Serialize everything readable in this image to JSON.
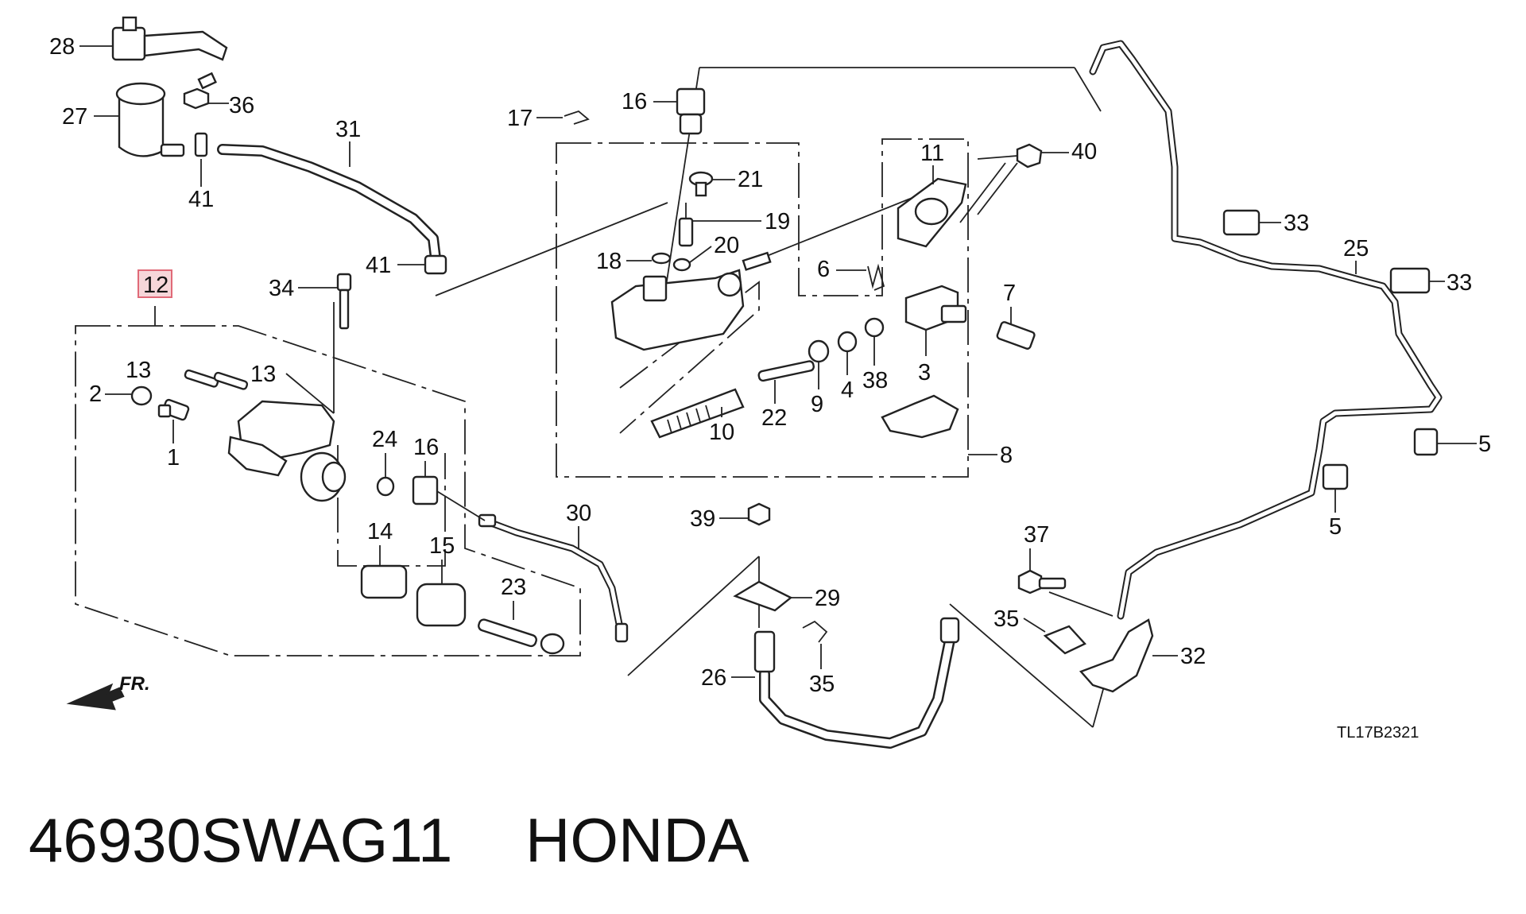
{
  "diagram": {
    "code": "TL17B2321",
    "direction_label": "FR.",
    "highlighted_callout": "12",
    "callouts": {
      "c1": "1",
      "c2": "2",
      "c3": "3",
      "c4": "4",
      "c5a": "5",
      "c5b": "5",
      "c6": "6",
      "c7": "7",
      "c8": "8",
      "c9": "9",
      "c10": "10",
      "c11": "11",
      "c13a": "13",
      "c13b": "13",
      "c14": "14",
      "c15": "15",
      "c16a": "16",
      "c16b": "16",
      "c17": "17",
      "c18": "18",
      "c19": "19",
      "c20": "20",
      "c21": "21",
      "c22": "22",
      "c23": "23",
      "c24": "24",
      "c25": "25",
      "c26": "26",
      "c27": "27",
      "c28": "28",
      "c29": "29",
      "c30": "30",
      "c31": "31",
      "c32": "32",
      "c33a": "33",
      "c33b": "33",
      "c34": "34",
      "c35a": "35",
      "c35b": "35",
      "c36": "36",
      "c37": "37",
      "c38": "38",
      "c39": "39",
      "c40": "40",
      "c41a": "41",
      "c41b": "41"
    }
  },
  "footer": {
    "part_number": "46930SWAG11",
    "brand": "HONDA"
  },
  "colors": {
    "highlight_fill": "#f6d6d9",
    "highlight_stroke": "#e06a78",
    "ink": "#222222"
  }
}
